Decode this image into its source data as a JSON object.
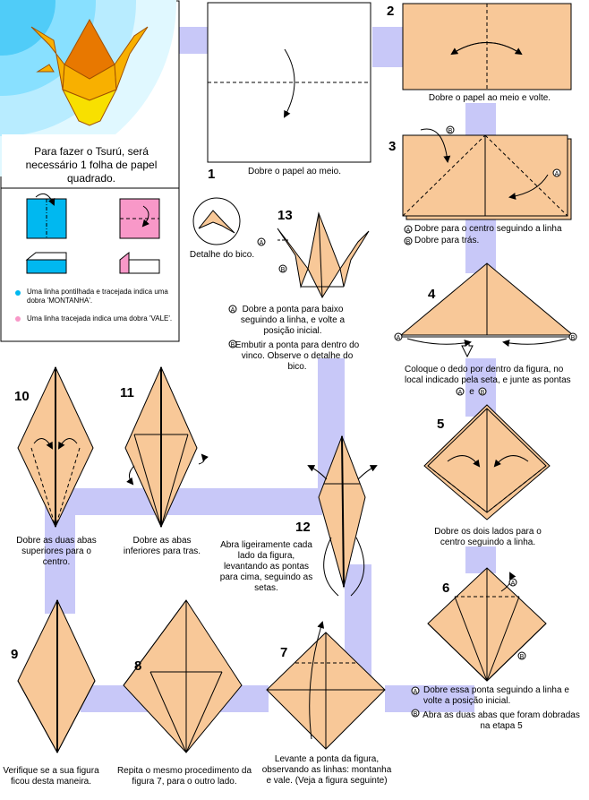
{
  "intro": {
    "text": "Para fazer o Tsurú, será necessário 1 folha de papel quadrado."
  },
  "legend": {
    "mountain": "Uma linha pontilhada e tracejada indica uma dobra 'MONTANHA'.",
    "valley": "Uma linha tracejada indica uma dobra 'VALE'."
  },
  "markers": {
    "a": "A",
    "b": "B"
  },
  "detail_label": "Detalhe do bico.",
  "steps": [
    {
      "n": "1",
      "text": "Dobre o papel ao meio."
    },
    {
      "n": "2",
      "text": "Dobre o papel ao meio e volte."
    },
    {
      "n": "3",
      "text_a": "Dobre para o centro seguindo a linha",
      "text_b": "Dobre para trás."
    },
    {
      "n": "4",
      "text_1": "Coloque o dedo por dentro da figura, no local indicado pela seta, e junte as pontas",
      "text_2": "e"
    },
    {
      "n": "5",
      "text": "Dobre os dois lados para o centro seguindo a linha."
    },
    {
      "n": "6",
      "text_a": "Dobre essa ponta seguindo a linha e volte a posição inicial.",
      "text_b": "Abra as duas abas que foram dobradas na etapa 5"
    },
    {
      "n": "7",
      "text": "Levante a ponta da figura, observando as linhas: montanha e vale. (Veja a figura seguinte)"
    },
    {
      "n": "8",
      "text": "Repita o mesmo procedimento da figura 7, para o outro lado."
    },
    {
      "n": "9",
      "text": "Verifique se a sua figura ficou desta maneira."
    },
    {
      "n": "10",
      "text": "Dobre as duas abas superiores para o centro."
    },
    {
      "n": "11",
      "text": "Dobre as abas inferiores para tras."
    },
    {
      "n": "12",
      "text": "Abra ligeiramente cada lado da figura, levantando as pontas para cima, seguindo as setas."
    },
    {
      "n": "13",
      "text_a": "Dobre a ponta para baixo seguindo a linha, e volte a posição inicial.",
      "text_b": "Embutir a ponta para dentro do vinco. Observe o detalhe do bico."
    }
  ],
  "colors": {
    "paper": "#F8C898",
    "path": "#C8C8F8",
    "sky_light": "#C8F0FF",
    "sky_mid": "#60D0F8",
    "cyan_paper": "#00B8F0",
    "pink_paper": "#F898C8",
    "crane_top": "#E87800",
    "crane_mid": "#F8B000",
    "crane_low": "#F8E000"
  },
  "icons": [
    "crane-icon",
    "fold-arrow-icon",
    "marker-a-icon",
    "marker-b-icon"
  ]
}
